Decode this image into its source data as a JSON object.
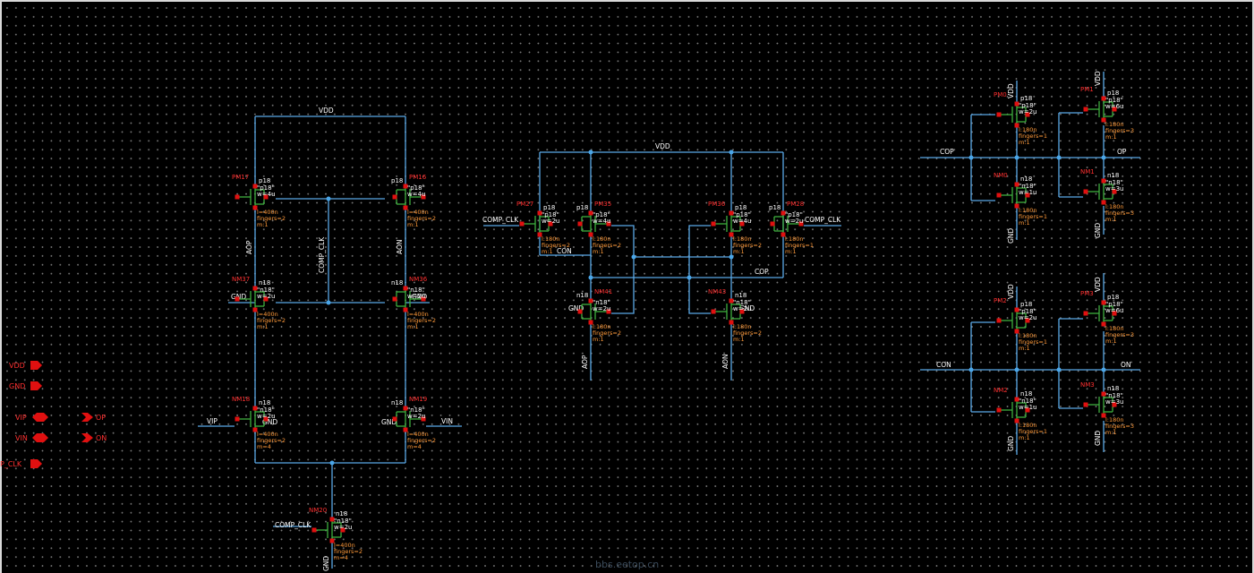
{
  "nets": {
    "vdd": "VDD",
    "gnd": "GND",
    "comp_clk": "COMP_CLK",
    "aop": "AOP",
    "aon": "AON",
    "vip": "VIP",
    "vin": "VIN",
    "cop": "COP",
    "con": "CON",
    "op": "OP",
    "on": "ON"
  },
  "pins": [
    {
      "label": "VDD",
      "dir": "in"
    },
    {
      "label": "GND",
      "dir": "in"
    },
    {
      "label": "VIP",
      "dir": "in"
    },
    {
      "label": "VIN",
      "dir": "in"
    },
    {
      "label": "P_CLK",
      "dir": "in"
    },
    {
      "label": "OP",
      "dir": "out"
    },
    {
      "label": "ON",
      "dir": "out"
    }
  ],
  "devices": {
    "PM17": {
      "name": "PM17",
      "cell": "p18",
      "model": "\"p18\"",
      "w": "w=4u",
      "l": "l=400n",
      "fingers": "fingers=2",
      "m": "m:1"
    },
    "PM16": {
      "name": "PM16",
      "cell": "p18",
      "model": "\"p18\"",
      "w": "w=4u",
      "l": "l=400n",
      "fingers": "fingers=2",
      "m": "m:1"
    },
    "NM37": {
      "name": "NM37",
      "cell": "n18",
      "model": "\"n18\"",
      "w": "w=2u",
      "l": "l=400n",
      "fingers": "fingers=2",
      "m": "m:1"
    },
    "NM36": {
      "name": "NM36",
      "cell": "n18",
      "model": "\"n18\"",
      "w": "w=2u",
      "l": "l=400n",
      "fingers": "fingers=2",
      "m": "m:1"
    },
    "NM18": {
      "name": "NM18",
      "cell": "n18",
      "model": "\"n18\"",
      "w": "w=2u",
      "l": "l=400n",
      "fingers": "fingers=2",
      "m": "m=4"
    },
    "NM19": {
      "name": "NM19",
      "cell": "n18",
      "model": "\"n18\"",
      "w": "w=2u",
      "l": "l=400n",
      "fingers": "fingers=2",
      "m": "m=4"
    },
    "NM20": {
      "name": "NM20",
      "cell": "n18",
      "model": "\"n18\"",
      "w": "w=2u",
      "l": "l=400n",
      "fingers": "fingers=2",
      "m": "m=4"
    },
    "PM27": {
      "name": "PM27",
      "cell": "p18",
      "model": "\"p18\"",
      "w": "w=2u",
      "l": "l:180n",
      "fingers": "fingers=2",
      "m": "m:1"
    },
    "PM35": {
      "name": "PM35",
      "cell": "p18",
      "model": "\"p18\"",
      "w": "w=4u",
      "l": "l:180n",
      "fingers": "fingers=2",
      "m": "m:1"
    },
    "PM36": {
      "name": "PM36",
      "cell": "p18",
      "model": "\"p18\"",
      "w": "w=4u",
      "l": "l:180n",
      "fingers": "fingers=2",
      "m": "m:1"
    },
    "PM28": {
      "name": "PM28",
      "cell": "p18",
      "model": "\"p18\"",
      "w": "w=2u",
      "l": "l:180n",
      "fingers": "fingers=1",
      "m": "m:1"
    },
    "NM41": {
      "name": "NM41",
      "cell": "n18",
      "model": "\"n18\"",
      "w": "w=2u",
      "l": "l:180n",
      "fingers": "fingers=2",
      "m": "m:1"
    },
    "NM43": {
      "name": "NM43",
      "cell": "n18",
      "model": "\"n18\"",
      "w": "w=2u",
      "l": "l:180n",
      "fingers": "fingers=2",
      "m": "m:1"
    },
    "PM0": {
      "name": "PM0",
      "cell": "p18",
      "model": "\"p18\"",
      "w": "w=2u",
      "l": "l:180n",
      "fingers": "fingers=1",
      "m": "m:1"
    },
    "PM1": {
      "name": "PM1",
      "cell": "p18",
      "model": "\"p18\"",
      "w": "w=6u",
      "l": "l:180n",
      "fingers": "fingers=3",
      "m": "m:1"
    },
    "NM0": {
      "name": "NM0",
      "cell": "n18",
      "model": "\"n18\"",
      "w": "w=1u",
      "l": "l:180n",
      "fingers": "fingers=1",
      "m": "m:1"
    },
    "NM1": {
      "name": "NM1",
      "cell": "n18",
      "model": "\"n18\"",
      "w": "w=3u",
      "l": "l:180n",
      "fingers": "fingers=3",
      "m": "m:1"
    },
    "PM2": {
      "name": "PM2",
      "cell": "p18",
      "model": "\"p18\"",
      "w": "w=2u",
      "l": "l:180n",
      "fingers": "fingers=1",
      "m": "m:1"
    },
    "PM3": {
      "name": "PM3",
      "cell": "p18",
      "model": "\"p18\"",
      "w": "w=6u",
      "l": "l:180n",
      "fingers": "fingers=3",
      "m": "m:1"
    },
    "NM2": {
      "name": "NM2",
      "cell": "n18",
      "model": "\"n18\"",
      "w": "w=1u",
      "l": "l:180n",
      "fingers": "fingers=1",
      "m": "m:1"
    },
    "NM3": {
      "name": "NM3",
      "cell": "n18",
      "model": "\"n18\"",
      "w": "w=3u",
      "l": "l:180n",
      "fingers": "fingers=3",
      "m": "m:1"
    }
  },
  "watermark": "bbs.eetop.cn",
  "colors": {
    "background": "#000000",
    "wire": "#5aa8e6",
    "device": "#3fae3f",
    "pin": "#e01010",
    "instance_name": "#ff3030",
    "params": "#ff9a3a",
    "text": "#ffffff"
  }
}
